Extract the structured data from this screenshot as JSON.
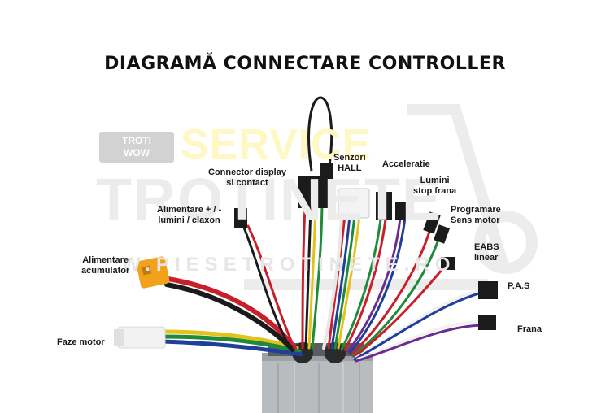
{
  "title": "DIAGRAMĂ CONNECTARE CONTROLLER",
  "watermark": {
    "troti": "TROTI\nWOW",
    "service": "SERVICE",
    "trot": "TROTINETE",
    "site": "W.PIESETROTINETE.RO"
  },
  "labels": {
    "senzori": "Senzori\nHALL",
    "acceleratie": "Acceleratie",
    "connector_display": "Connector display\nsi contact",
    "lumini_stop": "Lumini\nstop frana",
    "alimentare_lumini": "Alimentare + / -\nlumini / claxon",
    "programare": "Programare\nSens motor",
    "eabs": "EABS\nlinear",
    "alimentare_acumulator": "Alimentare\nacumulator",
    "pas": "P.A.S",
    "frana": "Frana",
    "faze_motor": "Faze motor"
  },
  "colors": {
    "title": "#111111",
    "controller": "#b8bcbf",
    "connector_black": "#1b1b1b",
    "battery_connector": "#f2a21a",
    "wire_red": "#c8202a",
    "wire_blue": "#1f3f9a",
    "wire_green": "#1e8a3a",
    "wire_yellow": "#e3c21a",
    "wire_white": "#f2f2f2",
    "wire_purple": "#6a2c8e",
    "watermark": "#e6e6e6"
  }
}
